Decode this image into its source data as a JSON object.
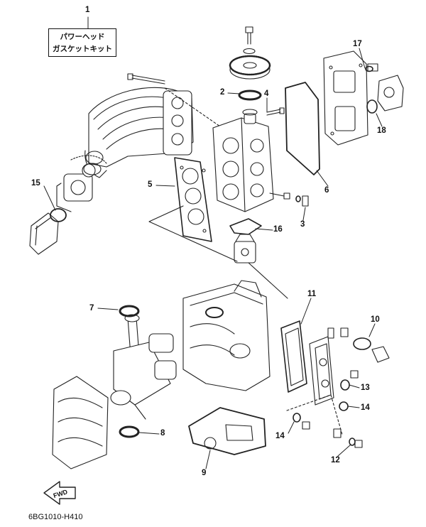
{
  "kit_label": {
    "line1": "パワーヘッド",
    "line2": "ガスケットキット"
  },
  "callouts": [
    "1",
    "2",
    "3",
    "4",
    "5",
    "6",
    "7",
    "8",
    "9",
    "10",
    "11",
    "12",
    "13",
    "14",
    "14",
    "15",
    "16",
    "17",
    "18"
  ],
  "direction_badge": "FWD",
  "diagram_code": "6BG1010-H410"
}
